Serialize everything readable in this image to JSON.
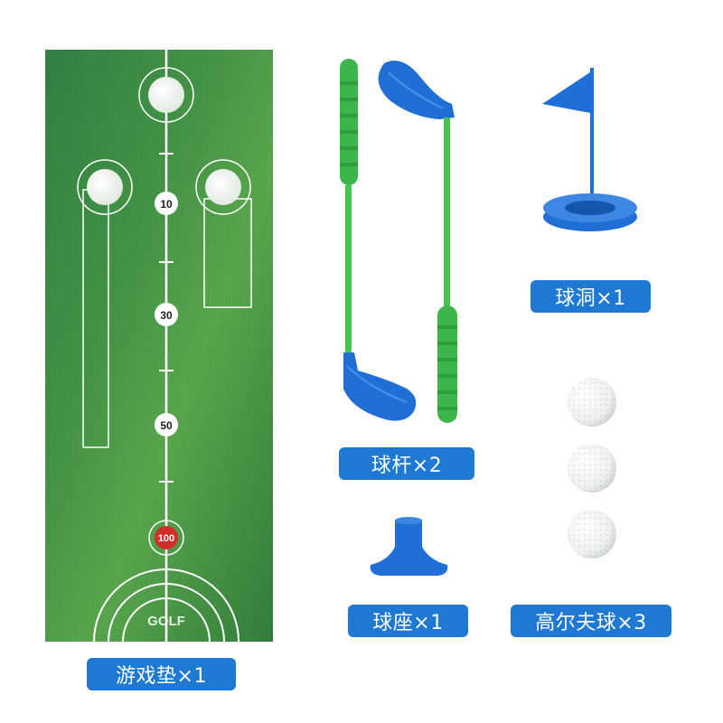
{
  "mat": {
    "markers": [
      "10",
      "30",
      "50",
      "100"
    ],
    "logo_text": "GOLF",
    "colors": {
      "grass_dark": "#2e7a3c",
      "grass_light": "#5aa548",
      "red_marker": "#d32d2b"
    }
  },
  "labels": {
    "mat": "游戏垫×1",
    "clubs": "球杆×2",
    "hole": "球洞×1",
    "tee": "球座×1",
    "balls": "高尔夫球×3"
  },
  "colors": {
    "label_bg": "#1f78d1",
    "club_blue": "#1f6fd6",
    "club_green": "#3cb54a"
  }
}
